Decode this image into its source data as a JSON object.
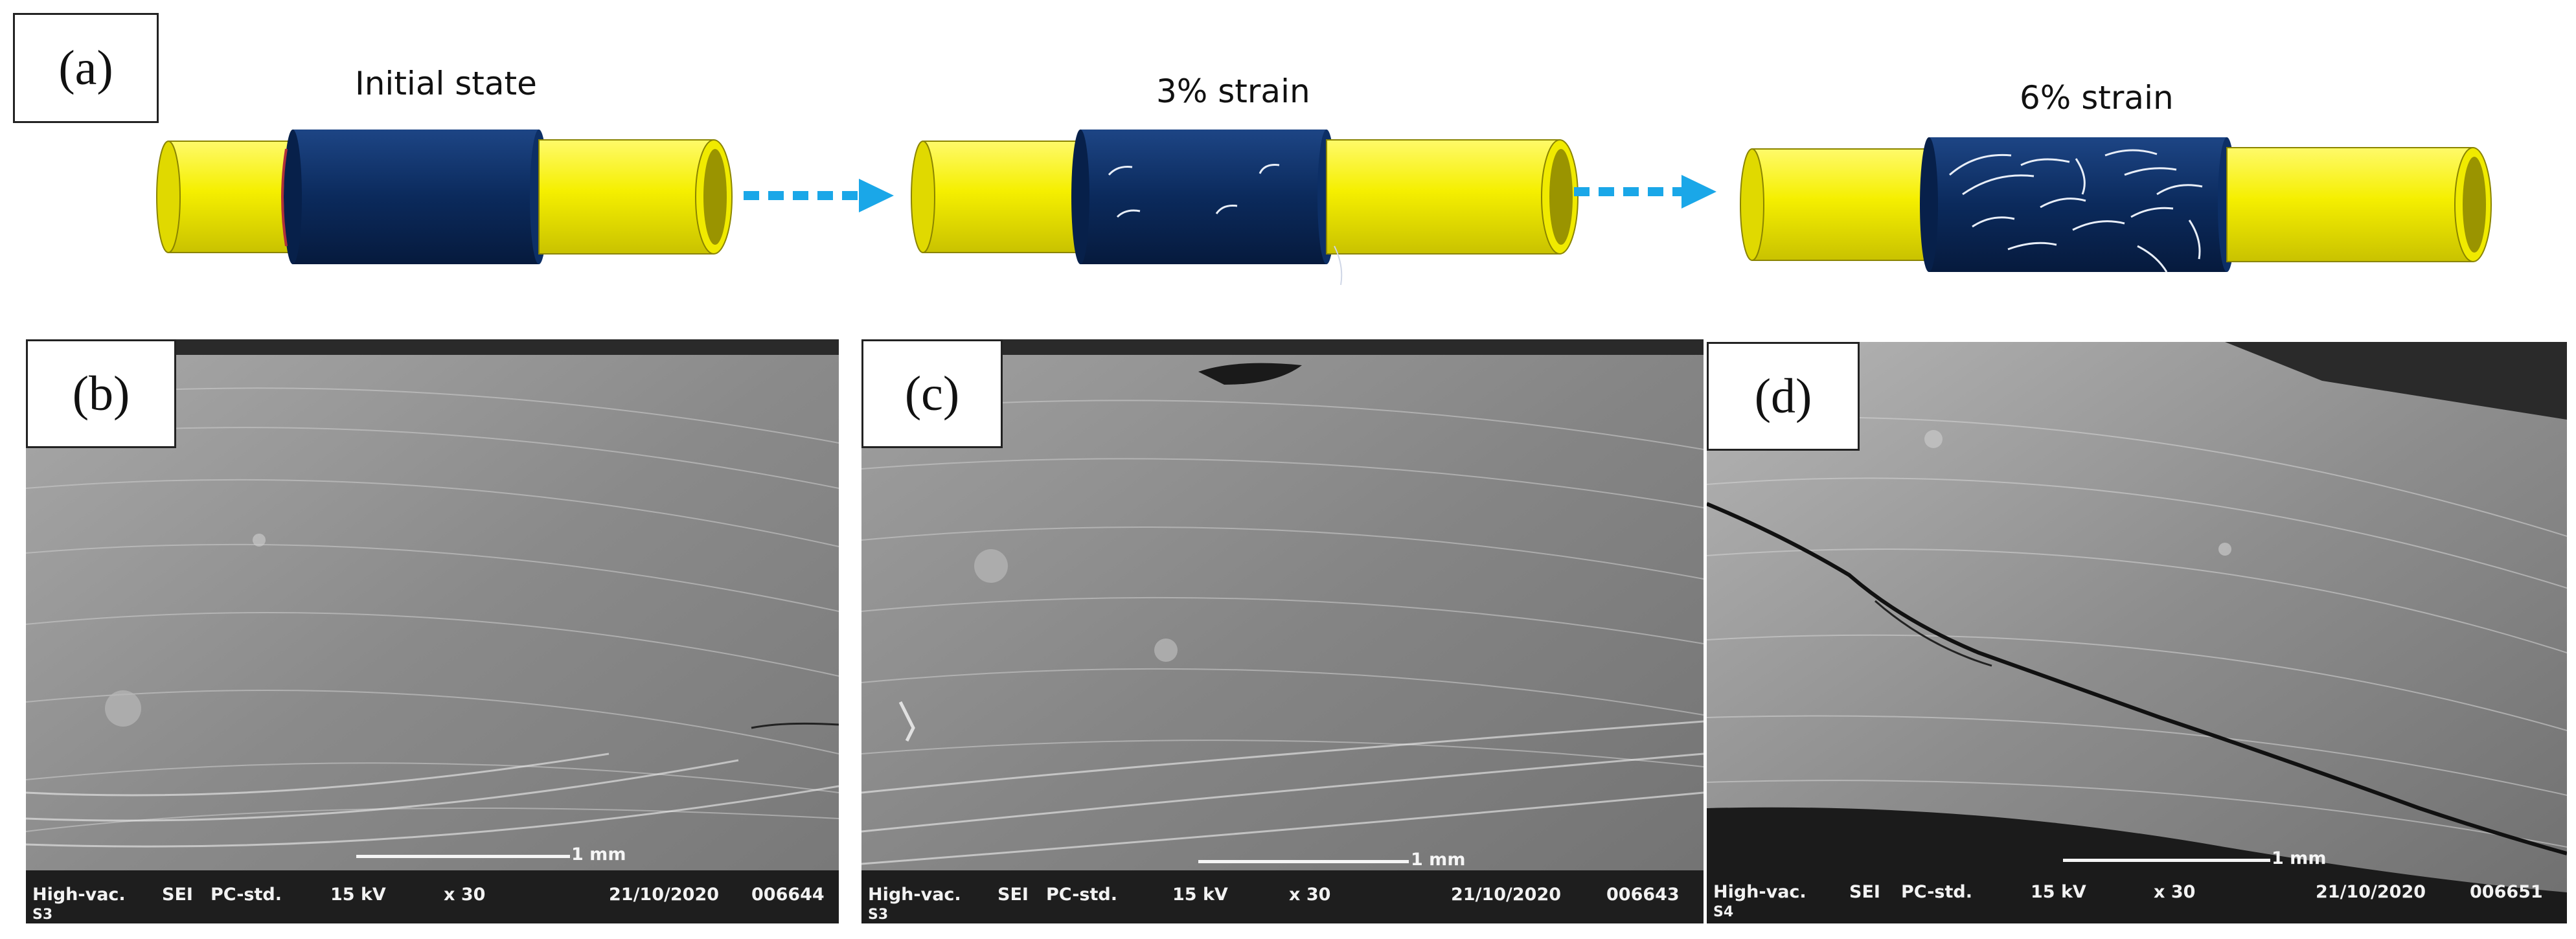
{
  "schematic": {
    "panel_label": "(a)",
    "states": [
      {
        "label": "Initial state",
        "crack_level": 0
      },
      {
        "label": "3% strain",
        "crack_level": 1
      },
      {
        "label": "6% strain",
        "crack_level": 2
      }
    ],
    "colors": {
      "fiber": "#f5ef00",
      "fiber_end": "#9a9400",
      "sleeve": "#0b2a5c",
      "arrow": "#1aa7e8"
    }
  },
  "sem_panels": [
    {
      "label": "(b)",
      "footer_left": "High-vac.",
      "mode": "SEI",
      "standard": "PC-std.",
      "voltage": "15 kV",
      "magnification": "x 30",
      "date": "21/10/2020",
      "image_no": "006644",
      "stage": "S3",
      "scale_label": "1 mm"
    },
    {
      "label": "(c)",
      "footer_left": "High-vac.",
      "mode": "SEI",
      "standard": "PC-std.",
      "voltage": "15 kV",
      "magnification": "x 30",
      "date": "21/10/2020",
      "image_no": "006643",
      "stage": "S3",
      "scale_label": "1 mm"
    },
    {
      "label": "(d)",
      "footer_left": "High-vac.",
      "mode": "SEI",
      "standard": "PC-std.",
      "voltage": "15 kV",
      "magnification": "x 30",
      "date": "21/10/2020",
      "image_no": "006651",
      "stage": "S4",
      "scale_label": "1 mm"
    }
  ]
}
